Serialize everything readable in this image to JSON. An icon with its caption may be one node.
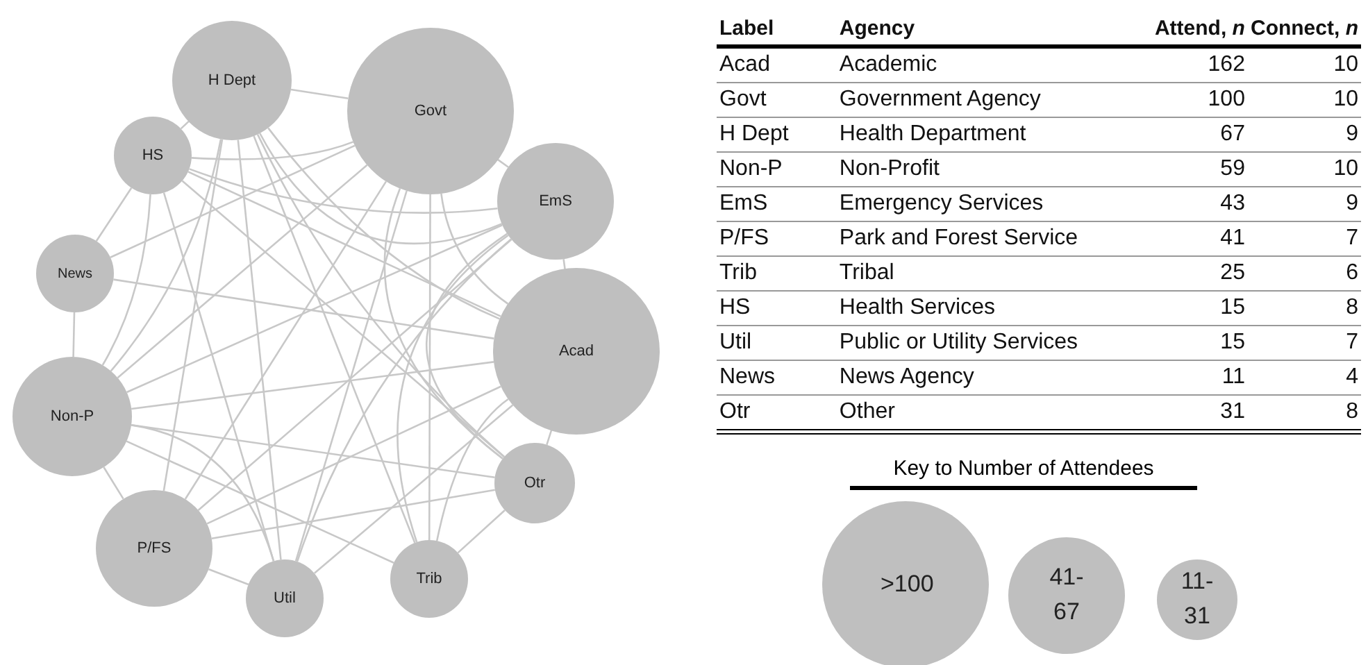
{
  "diagram": {
    "nodes": [
      {
        "text": [
          "H Dept"
        ]
      },
      {
        "text": [
          "Govt"
        ]
      },
      {
        "text": [
          "HS"
        ]
      },
      {
        "text": [
          "EmS"
        ]
      },
      {
        "text": [
          "News"
        ]
      },
      {
        "text": [
          "Acad"
        ]
      },
      {
        "text": [
          "Non-P"
        ]
      },
      {
        "text": [
          "Otr"
        ]
      },
      {
        "text": [
          "P/FS"
        ]
      },
      {
        "text": [
          "Trib"
        ]
      },
      {
        "text": [
          "Util"
        ]
      },
      {
        "text": [
          ">100"
        ]
      },
      {
        "text": [
          "41- 67"
        ]
      },
      {
        "text": [
          "11- 31"
        ]
      }
    ],
    "edges": [
      {
        "from": 0,
        "to": 1,
        "arrow": "none"
      },
      {
        "from": 0,
        "to": 2,
        "arrow": "none"
      },
      {
        "from": 0,
        "to": 3,
        "arrow": "none"
      },
      {
        "from": 0,
        "to": 5,
        "arrow": "none"
      },
      {
        "from": 0,
        "to": 6,
        "arrow": "none"
      },
      {
        "from": 0,
        "to": 7,
        "arrow": "none"
      },
      {
        "from": 0,
        "to": 8,
        "arrow": "none"
      },
      {
        "from": 0,
        "to": 9,
        "arrow": "none"
      },
      {
        "from": 0,
        "to": 10,
        "arrow": "none"
      },
      {
        "from": 1,
        "to": 2,
        "arrow": "none"
      },
      {
        "from": 1,
        "to": 3,
        "arrow": "none"
      },
      {
        "from": 1,
        "to": 4,
        "arrow": "none"
      },
      {
        "from": 1,
        "to": 5,
        "arrow": "none"
      },
      {
        "from": 1,
        "to": 6,
        "arrow": "none"
      },
      {
        "from": 1,
        "to": 7,
        "arrow": "none"
      },
      {
        "from": 1,
        "to": 8,
        "arrow": "none"
      },
      {
        "from": 1,
        "to": 9,
        "arrow": "none"
      },
      {
        "from": 1,
        "to": 10,
        "arrow": "none"
      },
      {
        "from": 2,
        "to": 3,
        "arrow": "none"
      },
      {
        "from": 2,
        "to": 4,
        "arrow": "none"
      },
      {
        "from": 2,
        "to": 5,
        "arrow": "none"
      },
      {
        "from": 2,
        "to": 6,
        "arrow": "none"
      },
      {
        "from": 2,
        "to": 7,
        "arrow": "none"
      },
      {
        "from": 2,
        "to": 10,
        "arrow": "none"
      },
      {
        "from": 3,
        "to": 5,
        "arrow": "none"
      },
      {
        "from": 3,
        "to": 6,
        "arrow": "none"
      },
      {
        "from": 3,
        "to": 7,
        "arrow": "none"
      },
      {
        "from": 3,
        "to": 8,
        "arrow": "none"
      },
      {
        "from": 3,
        "to": 9,
        "arrow": "none"
      },
      {
        "from": 3,
        "to": 10,
        "arrow": "none"
      },
      {
        "from": 4,
        "to": 5,
        "arrow": "none"
      },
      {
        "from": 4,
        "to": 6,
        "arrow": "none"
      },
      {
        "from": 5,
        "to": 6,
        "arrow": "none"
      },
      {
        "from": 5,
        "to": 7,
        "arrow": "none"
      },
      {
        "from": 5,
        "to": 8,
        "arrow": "none"
      },
      {
        "from": 5,
        "to": 9,
        "arrow": "none"
      },
      {
        "from": 5,
        "to": 10,
        "arrow": "none"
      },
      {
        "from": 6,
        "to": 7,
        "arrow": "none"
      },
      {
        "from": 6,
        "to": 8,
        "arrow": "none"
      },
      {
        "from": 6,
        "to": 9,
        "arrow": "none"
      },
      {
        "from": 6,
        "to": 10,
        "arrow": "none"
      },
      {
        "from": 7,
        "to": 8,
        "arrow": "none"
      },
      {
        "from": 7,
        "to": 9,
        "arrow": "none"
      },
      {
        "from": 8,
        "to": 10,
        "arrow": "none"
      }
    ],
    "labels": [
      "Label",
      "Agency",
      "Attend, *n*",
      "Connect, *n*",
      "Acad",
      "Academic",
      "162",
      "10",
      "Govt",
      "Government Agency",
      "100",
      "10",
      "H Dept",
      "Health Department",
      "67",
      "9",
      "Non-P",
      "Non-Profit",
      "59",
      "10",
      "EmS",
      "Emergency Services",
      "43",
      "9",
      "P/FS",
      "Park and Forest Service",
      "41",
      "7",
      "Trib",
      "Tribal",
      "25",
      "6",
      "HS",
      "Health Services",
      "15",
      "8",
      "Util",
      "Public or Utility Services",
      "15",
      "7",
      "News",
      "News Agency",
      "11",
      "4",
      "Otr",
      "Other",
      "31",
      "8",
      "Key to Number of Attendees"
    ]
  }
}
